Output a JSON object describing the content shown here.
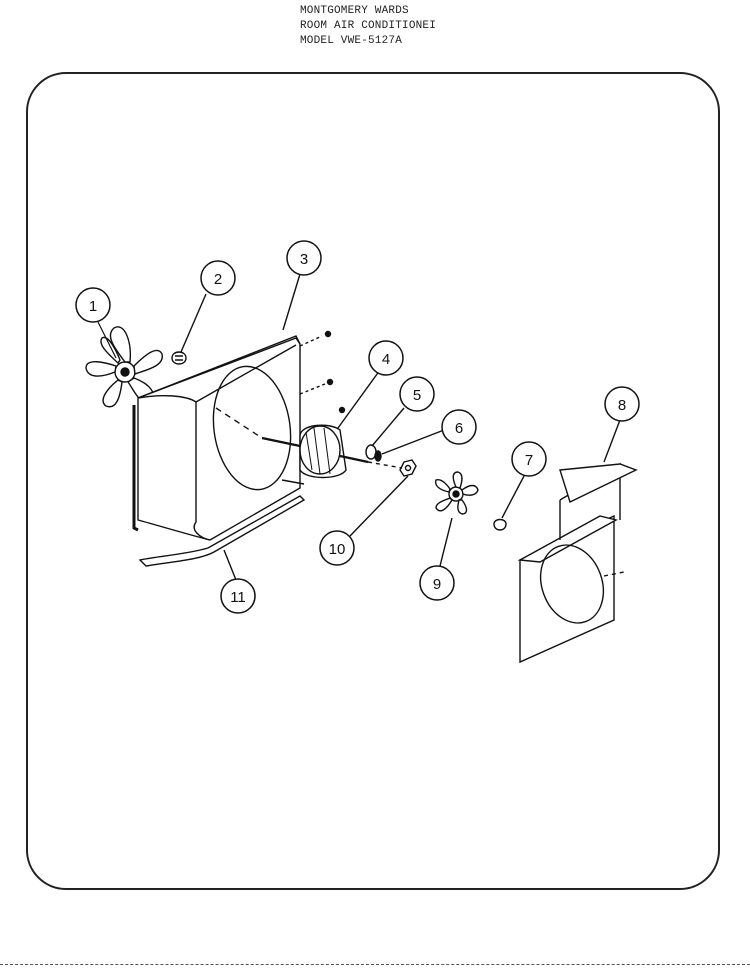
{
  "header": {
    "line1": "MONTGOMERY WARDS",
    "line2": "ROOM AIR CONDITIONEI",
    "line3": "MODEL VWE-5127A"
  },
  "callouts": [
    {
      "id": "1",
      "label": "1"
    },
    {
      "id": "2",
      "label": "2"
    },
    {
      "id": "3",
      "label": "3"
    },
    {
      "id": "4",
      "label": "4"
    },
    {
      "id": "5",
      "label": "5"
    },
    {
      "id": "6",
      "label": "6"
    },
    {
      "id": "7",
      "label": "7"
    },
    {
      "id": "8",
      "label": "8"
    },
    {
      "id": "9",
      "label": "9"
    },
    {
      "id": "10",
      "label": "10"
    },
    {
      "id": "11",
      "label": "11"
    }
  ]
}
